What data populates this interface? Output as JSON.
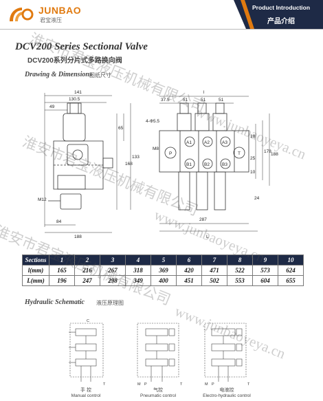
{
  "header": {
    "brand_en": "JUNBAO",
    "brand_cn": "君宝液压",
    "section_en": "Product Introduction",
    "section_cn": "产品介绍",
    "accent_color": "#e07a10",
    "banner_color": "#1e2a46"
  },
  "title": {
    "en": "DCV200 Series Sectional Valve",
    "cn": "DCV200系列分片式多路换向阀"
  },
  "drawing": {
    "label_en": "Drawing & Dimensions",
    "label_cn": "图纸尺寸",
    "side_view_dims": [
      "141",
      "130.5",
      "49",
      "65",
      "168",
      "133",
      "M12",
      "84",
      "188"
    ],
    "front_view_dims": [
      "l",
      "37.5",
      "51",
      "51",
      "51",
      "4-Φ5.5",
      "M8",
      "P",
      "T",
      "A1",
      "A2",
      "A3",
      "B1",
      "B2",
      "B3",
      "18",
      "25",
      "10",
      "178",
      "188",
      "24",
      "287",
      "L"
    ]
  },
  "table": {
    "header": [
      "Sections",
      "1",
      "2",
      "3",
      "4",
      "5",
      "6",
      "7",
      "8",
      "9",
      "10"
    ],
    "rows": [
      [
        "l(mm)",
        "165",
        "216",
        "267",
        "318",
        "369",
        "420",
        "471",
        "522",
        "573",
        "624"
      ],
      [
        "L(mm)",
        "196",
        "247",
        "298",
        "349",
        "400",
        "451",
        "502",
        "553",
        "604",
        "655"
      ]
    ]
  },
  "hydraulic": {
    "label_en": "Hydraulic Schematic",
    "label_cn": "液压原理图",
    "diagrams": [
      {
        "cn": "手 控",
        "en": "Manual control"
      },
      {
        "cn": "气控",
        "en": "Pneumatic control"
      },
      {
        "cn": "电液控",
        "en": "Electro-hydraulic control"
      }
    ],
    "port_labels": [
      "C",
      "T",
      "M",
      "P",
      "T",
      "M",
      "P",
      "T"
    ]
  },
  "watermark": {
    "text_1": "淮安市君宝液压机械有限公司",
    "text_2": "www.junbaoyeya.cn"
  }
}
